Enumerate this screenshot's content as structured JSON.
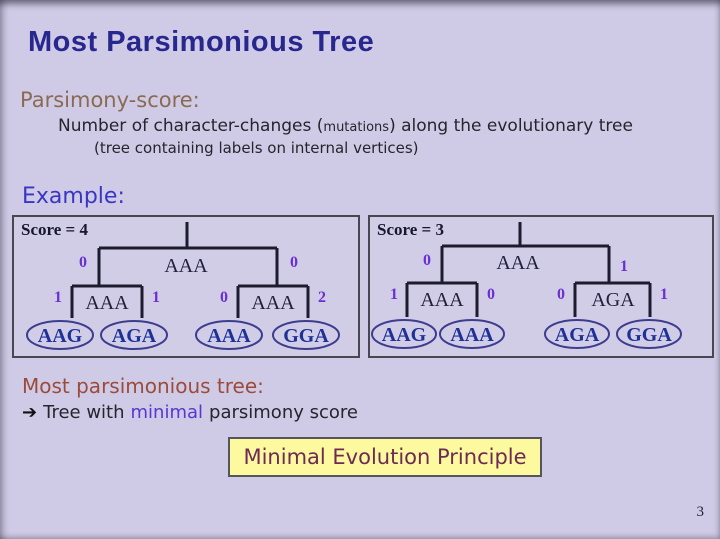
{
  "slide": {
    "title": "Most Parsimonious Tree",
    "page_number": "3"
  },
  "parsimony": {
    "heading": "Parsimony-score:",
    "definition_prefix": "Number of character-changes (",
    "definition_small": "mutations",
    "definition_suffix": ") along the evolutionary tree",
    "definition_note": "(tree containing labels on internal vertices)"
  },
  "example": {
    "heading": "Example:"
  },
  "trees": [
    {
      "score_label": "Score = 4",
      "score_value": 4,
      "root_label": "AAA",
      "root_left_cost": "0",
      "root_right_cost": "0",
      "left_internal_label": "AAA",
      "left_subtree_left_cost": "1",
      "left_subtree_right_cost": "1",
      "right_internal_label": "AAA",
      "right_subtree_left_cost": "0",
      "right_subtree_right_cost": "2",
      "leaves": [
        "AAG",
        "AGA",
        "AAA",
        "GGA"
      ]
    },
    {
      "score_label": "Score = 3",
      "score_value": 3,
      "root_label": "AAA",
      "root_left_cost": "0",
      "root_right_cost": "1",
      "left_internal_label": "AAA",
      "left_subtree_left_cost": "1",
      "left_subtree_right_cost": "0",
      "right_internal_label": "AGA",
      "right_subtree_left_cost": "0",
      "right_subtree_right_cost": "1",
      "leaves": [
        "AAG",
        "AAA",
        "AGA",
        "GGA"
      ]
    }
  ],
  "conclusion": {
    "heading": "Most parsimonious tree:",
    "arrow": "➔",
    "statement_prefix": "Tree with",
    "statement_highlight": "minimal",
    "statement_suffix": "parsimony score",
    "principle": "Minimal Evolution Principle"
  },
  "colors": {
    "background": "#cfcbe6",
    "title": "#27278e",
    "parsimony_heading": "#8a6a52",
    "example_heading": "#3a36c4",
    "cost_numbers": "#6a2fd2",
    "leaf_text": "#1e3198",
    "conclusion_heading": "#9c4b3b",
    "highlight": "#5936d2",
    "principle_text": "#6d2a55",
    "principle_background": "#fcf99e"
  }
}
